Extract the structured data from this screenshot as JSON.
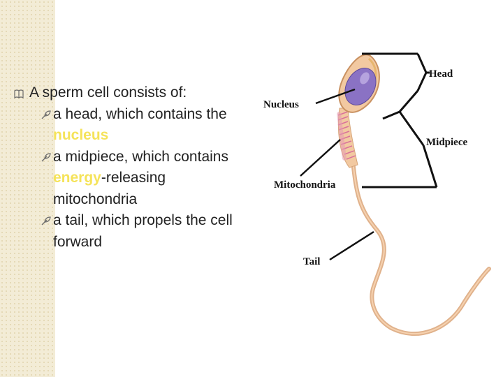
{
  "slide": {
    "bullet_intro": "A sperm cell consists of:",
    "items": [
      {
        "pre": "a head, which contains the ",
        "highlight": "nucleus",
        "post": ""
      },
      {
        "pre": "a midpiece, which contains ",
        "highlight": "energy",
        "post": "-releasing mitochondria"
      },
      {
        "pre": "a tail, which propels the cell forward",
        "highlight": "",
        "post": ""
      }
    ]
  },
  "diagram": {
    "labels": {
      "head": "Head",
      "nucleus": "Nucleus",
      "midpiece": "Midpiece",
      "mitochondria": "Mitochondria",
      "tail": "Tail"
    }
  },
  "colors": {
    "highlight": "#f5e35a",
    "strip": "#f3ecd6",
    "cell_body": "#f2c9a1",
    "nucleus": "#8a72c4",
    "mitochondria": "#e69bb3"
  }
}
